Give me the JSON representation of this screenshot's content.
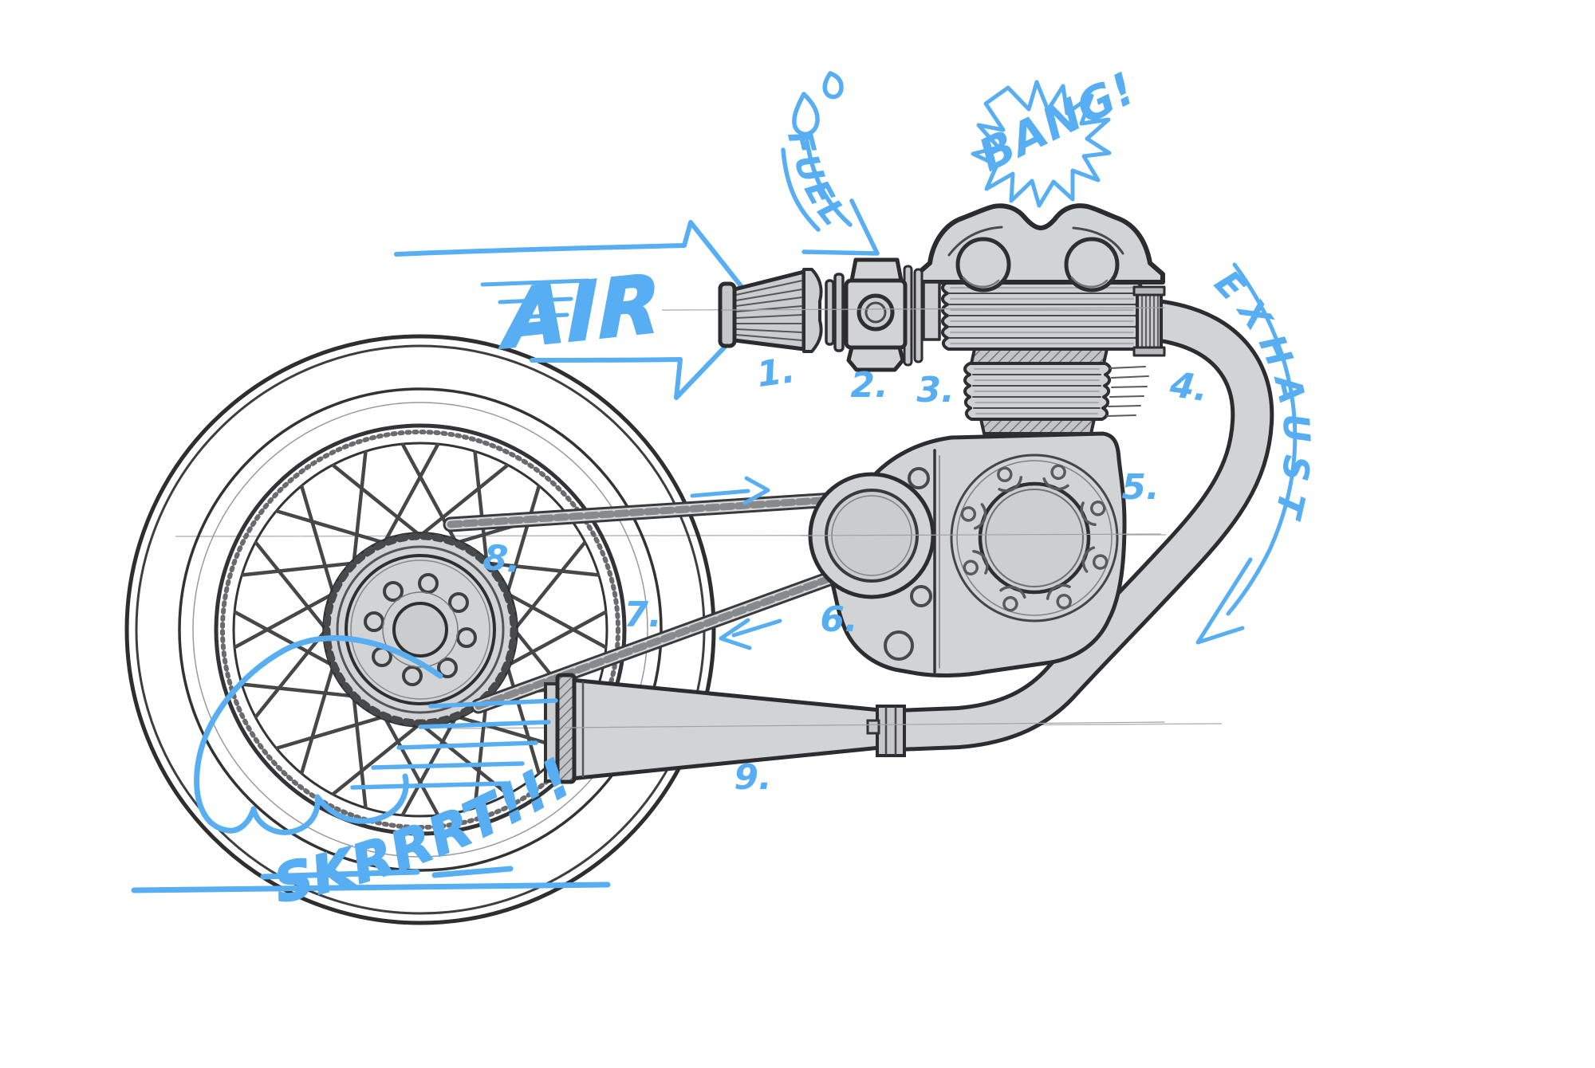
{
  "annotations": {
    "air": "AIR",
    "fuel": "FUEL",
    "bang": "BANG!",
    "exhaust": "EXHAUST",
    "skid": "SKRRRT!!!"
  },
  "part_labels": [
    "1.",
    "2.",
    "3.",
    "4.",
    "5.",
    "6.",
    "7.",
    "8.",
    "9."
  ],
  "colors": {
    "annotation_blue": "#58aef2",
    "part_fill": "#d2d3d5",
    "outline": "#2d2d2d",
    "background": "#ffffff"
  }
}
